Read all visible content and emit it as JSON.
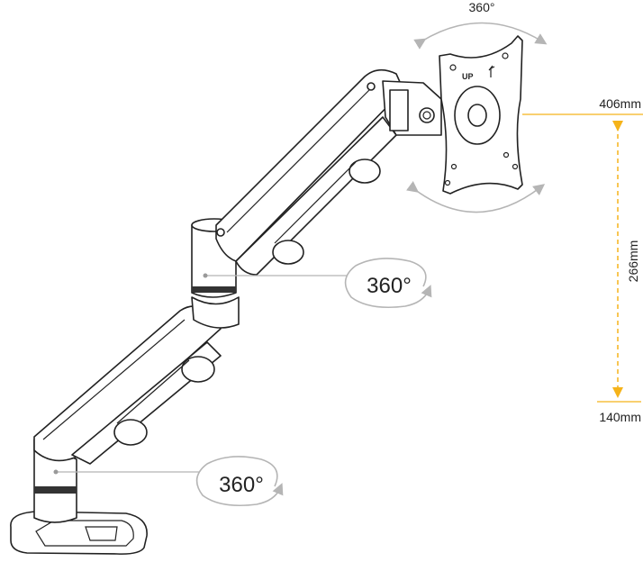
{
  "rotation_labels": {
    "plate": "360°",
    "mid_joint": "360°",
    "base_joint": "360°"
  },
  "plate_marking": "UP",
  "dimensions": {
    "max_height": "406mm",
    "range": "266mm",
    "min_height": "140mm"
  },
  "colors": {
    "dimension": "#f5b31a",
    "arrow": "#b5b5b5",
    "line": "#222222"
  }
}
